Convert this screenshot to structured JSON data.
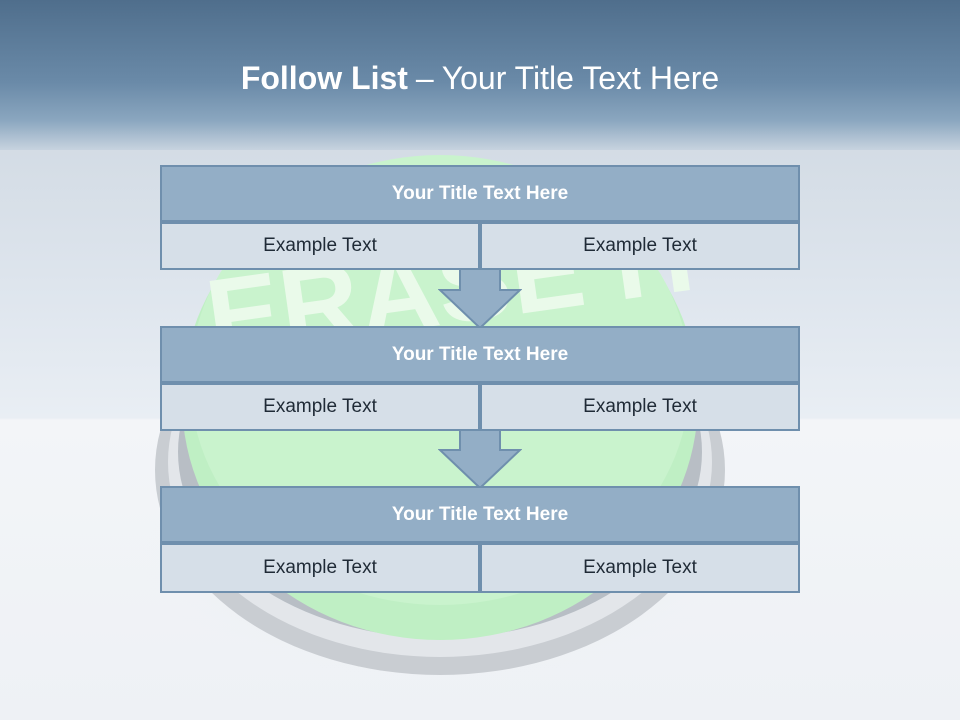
{
  "header": {
    "title_bold": "Follow List",
    "title_dash": "–",
    "title_rest": "Your Title Text Here"
  },
  "background": {
    "image_text": "ERASE IT",
    "colors": {
      "header": "#5f7f9e",
      "box_title": "#93aec6",
      "box_cell": "#d6dfe8",
      "border": "#6f8fad",
      "button_green": "#bfefc4"
    }
  },
  "steps": [
    {
      "title": "Your Title Text Here",
      "left": "Example Text",
      "right": "Example Text"
    },
    {
      "title": "Your Title Text Here",
      "left": "Example Text",
      "right": "Example Text"
    },
    {
      "title": "Your Title Text Here",
      "left": "Example Text",
      "right": "Example Text"
    }
  ]
}
